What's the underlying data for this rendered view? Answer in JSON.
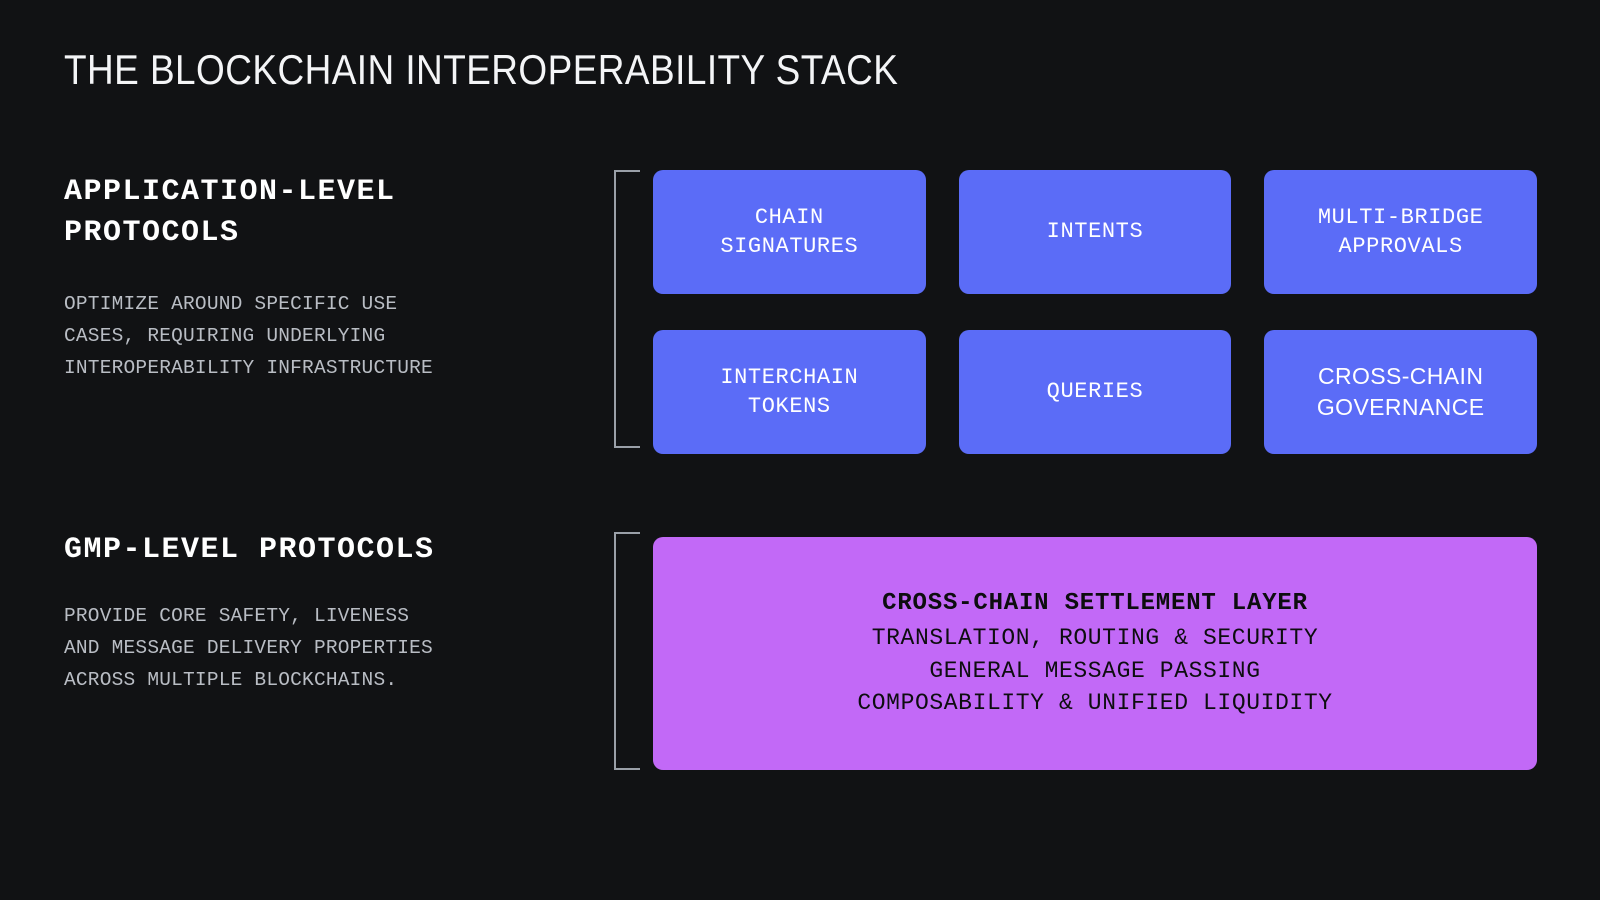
{
  "meta": {
    "background_color": "#111214",
    "accent_blue": "#5b6cf7",
    "accent_purple": "#c269f7",
    "title_color": "#f4f5f7",
    "body_text_color": "#b9bdc4",
    "bracket_color": "#9aa0a8"
  },
  "title": "THE BLOCKCHAIN INTEROPERABILITY STACK",
  "sections": [
    {
      "id": "application-level",
      "label": "APPLICATION-LEVEL\nPROTOCOLS",
      "description": "OPTIMIZE AROUND SPECIFIC USE\nCASES, REQUIRING UNDERLYING\nINTEROPERABILITY INFRASTRUCTURE"
    },
    {
      "id": "gmp-level",
      "label": "GMP-LEVEL PROTOCOLS",
      "description": "PROVIDE CORE SAFETY, LIVENESS\nAND MESSAGE DELIVERY PROPERTIES\nACROSS MULTIPLE BLOCKCHAINS."
    }
  ],
  "cards": [
    {
      "label": "CHAIN\nSIGNATURES",
      "font": "mono"
    },
    {
      "label": "INTENTS",
      "font": "mono"
    },
    {
      "label": "MULTI-BRIDGE\nAPPROVALS",
      "font": "mono"
    },
    {
      "label": "INTERCHAIN\nTOKENS",
      "font": "mono"
    },
    {
      "label": "QUERIES",
      "font": "mono"
    },
    {
      "label": "CROSS-CHAIN\nGOVERNANCE",
      "font": "sans"
    }
  ],
  "settlement": {
    "headline": "CROSS-CHAIN SETTLEMENT LAYER",
    "lines": [
      "TRANSLATION, ROUTING & SECURITY",
      "GENERAL MESSAGE PASSING",
      "COMPOSABILITY & UNIFIED LIQUIDITY"
    ]
  }
}
